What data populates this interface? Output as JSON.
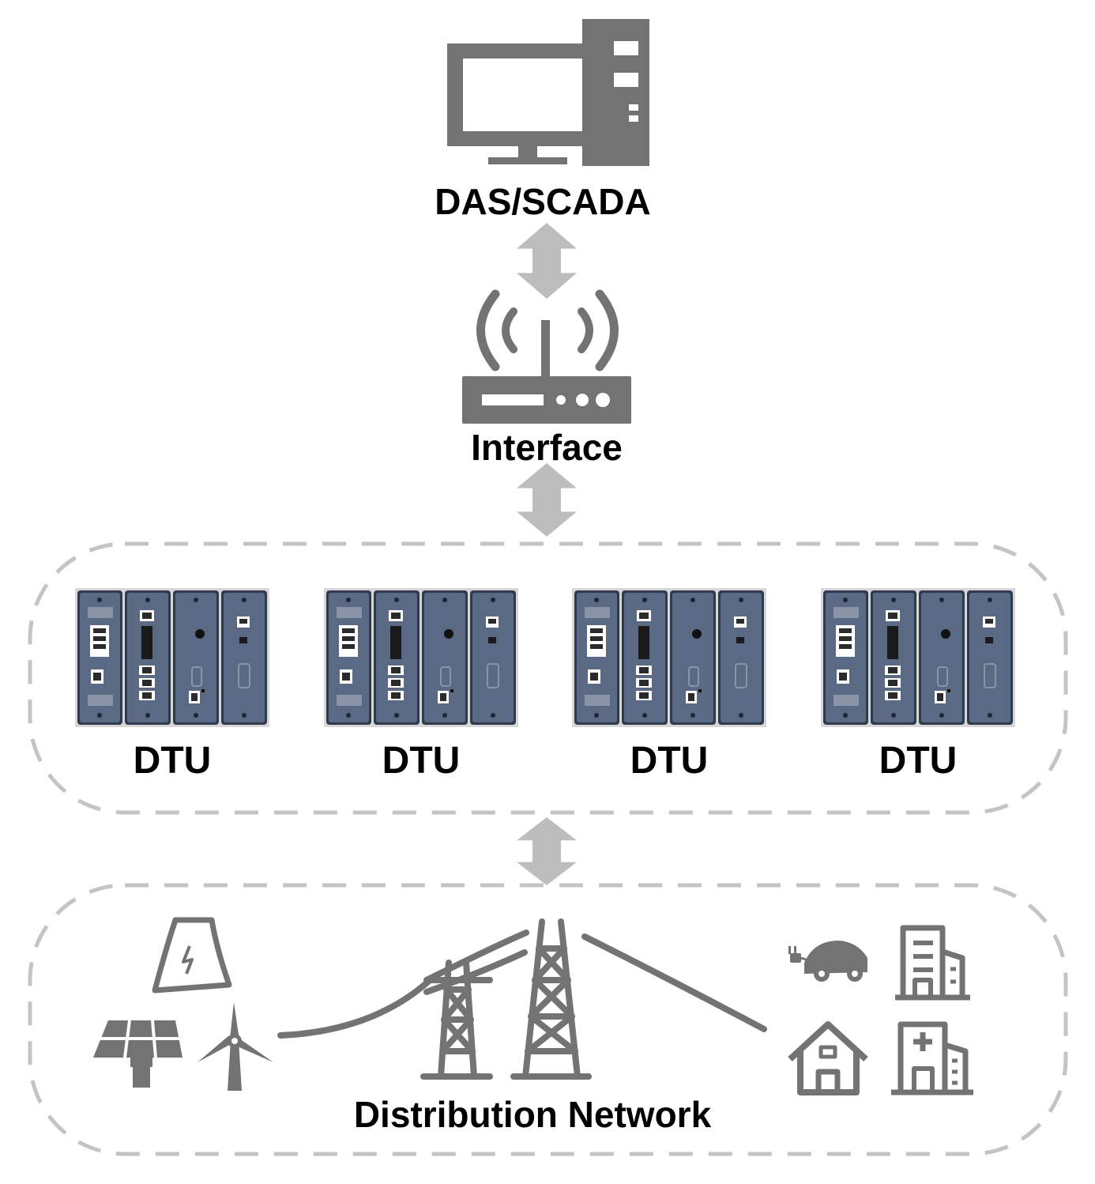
{
  "labels": {
    "das_scada": "DAS/SCADA",
    "interface": "Interface",
    "dtu_units": [
      "DTU",
      "DTU",
      "DTU",
      "DTU"
    ],
    "distribution_network": "Distribution Network"
  },
  "colors": {
    "icon": "#737373",
    "arrow": "#bdbdbd",
    "dashed_border": "#c4c4c4",
    "dtu_body": "#5a6a85",
    "dtu_frame": "#2f3a4e",
    "text": "#000000"
  },
  "icons": {
    "das_scada": "desktop-computer-icon",
    "interface": "wireless-router-icon",
    "dtu": "dtu-rack-module-icon",
    "power_plant": "power-plant-icon",
    "solar": "solar-panel-icon",
    "wind": "wind-turbine-icon",
    "transmission": "transmission-tower-icon",
    "ev": "electric-car-icon",
    "office": "office-building-icon",
    "house": "house-icon",
    "hospital": "hospital-icon"
  }
}
